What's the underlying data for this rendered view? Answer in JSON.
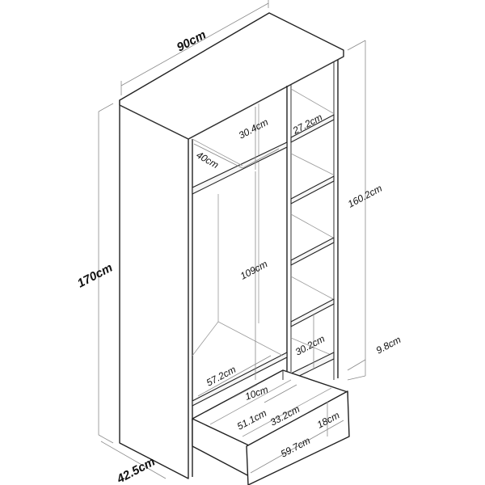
{
  "diagram": {
    "subject": "Wardrobe with hanging section, side shelves and bottom drawer",
    "overall": {
      "width": "90cm",
      "height": "170cm",
      "depth": "42.5cm"
    },
    "interior": {
      "top_shelf_depth": "40cm",
      "top_compartment_height": "30.4cm",
      "side_shelf_width": "27.2cm",
      "side_column_height": "160.2cm",
      "plinth_height": "9.8cm",
      "hanging_height": "109cm",
      "bottom_shelf_spacing": "30.2cm",
      "hanging_width": "57.2cm"
    },
    "drawer": {
      "gap_above": "10cm",
      "inner_depth": "51.1cm",
      "inner_width": "33.2cm",
      "front_height": "18cm",
      "front_width": "59.7cm"
    },
    "colors": {
      "line": "#222222",
      "dimension_line": "#8a8a8a",
      "text": "#111111",
      "background": "#ffffff"
    }
  }
}
